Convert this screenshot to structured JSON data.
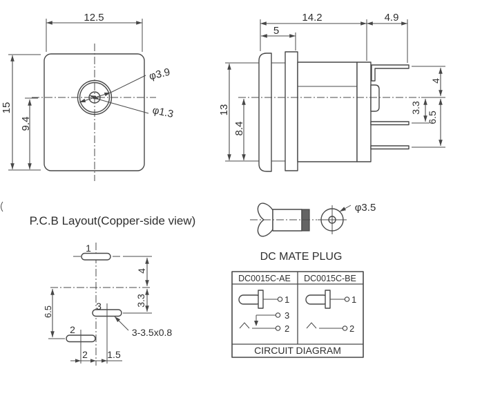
{
  "front_view": {
    "width_dim": "12.5",
    "height_dim": "15",
    "center_offset_dim": "9.4",
    "barrel_dia": "φ3.9",
    "pin_dia": "φ1.3"
  },
  "side_view": {
    "body_length_dim": "14.2",
    "pin_length_dim": "4.9",
    "flange_length_dim": "5",
    "body_height_dim": "13",
    "center_height_dim": "8.4",
    "top_pin_offset_dim": "4",
    "mid_pin_offset_dim": "3.3",
    "bottom_pin_offset_dim": "6.5"
  },
  "pcb_layout": {
    "title": "P.C.B Layout(Copper-side view)",
    "pad1_label": "1",
    "pad2_label": "2",
    "pad3_label": "3",
    "pad1_offset_dim": "4",
    "pad3_offset_dim": "3.3",
    "pad2_offset_dim": "6.5",
    "pad2_x_dim": "2",
    "pad3_x_dim": "1.5",
    "hole_note": "3-3.5x0.8"
  },
  "mate_plug": {
    "title": "DC MATE PLUG",
    "tip_dia": "φ3.5"
  },
  "circuit_table": {
    "model_a": "DC0015C-AE",
    "model_b": "DC0015C-BE",
    "footer": "CIRCUIT DIAGRAM",
    "a_terminal_1": "1",
    "a_terminal_3": "3",
    "a_terminal_2": "2",
    "b_terminal_1": "1",
    "b_terminal_2": "2"
  }
}
